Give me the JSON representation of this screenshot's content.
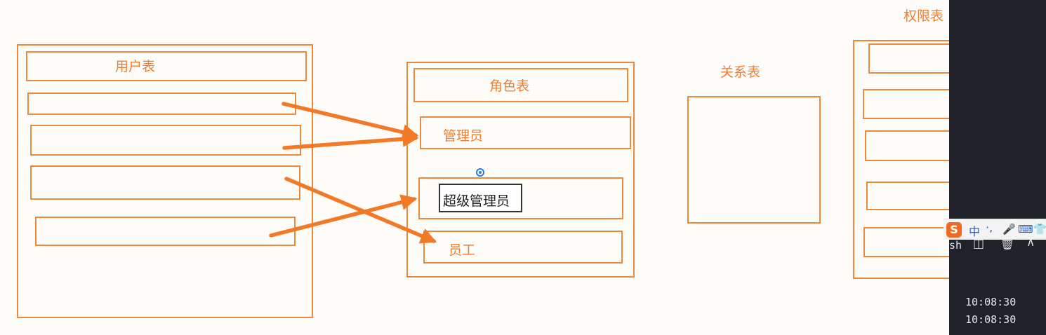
{
  "diagram": {
    "user_table": {
      "title": "用户表"
    },
    "role_table": {
      "title": "角色表",
      "rows": [
        "管理员",
        "超级管理员",
        "员工"
      ]
    },
    "relation_table": {
      "title": "关系表"
    },
    "permission_table": {
      "title": "权限表"
    }
  },
  "terminal": {
    "prompt_fragment": "sh",
    "timestamps": [
      "10:08:30",
      "10:08:30"
    ]
  },
  "ime_toolbar": {
    "logo": "S",
    "mode": "中",
    "punctuation": "·,",
    "icons": [
      "microphone-icon",
      "keyboard-icon",
      "skin-icon"
    ]
  },
  "colors": {
    "accent": "#f0883a",
    "arrow": "#f27a26",
    "terminal_bg": "#1f2228"
  }
}
